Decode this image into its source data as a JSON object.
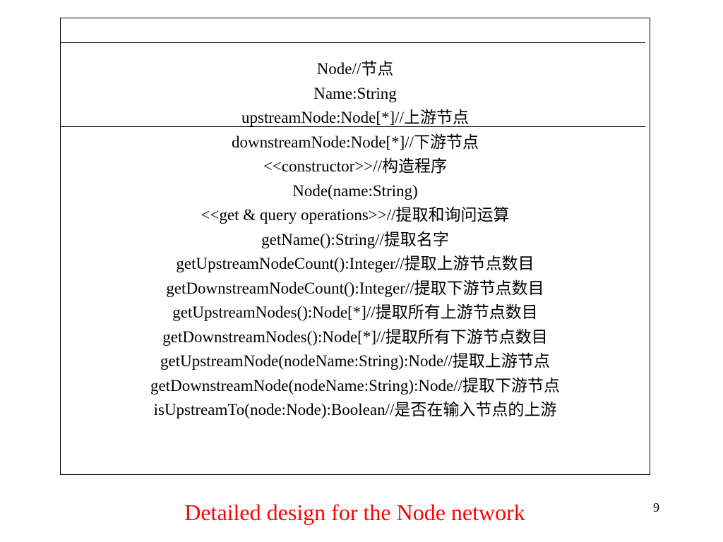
{
  "diagram": {
    "lines": [
      "Node//节点",
      "Name:String",
      "upstreamNode:Node[*]//上游节点",
      "downstreamNode:Node[*]//下游节点",
      "<<constructor>>//构造程序",
      "Node(name:String)",
      "<<get & query operations>>//提取和询问运算",
      "getName():String//提取名字",
      "getUpstreamNodeCount():Integer//提取上游节点数目",
      "getDownstreamNodeCount():Integer//提取下游节点数目",
      "getUpstreamNodes():Node[*]//提取所有上游节点数目",
      "getDownstreamNodes():Node[*]//提取所有下游节点数目",
      "getUpstreamNode(nodeName:String):Node//提取上游节点",
      "getDownstreamNode(nodeName:String):Node//提取下游节点",
      "isUpstreamTo(node:Node):Boolean//是否在输入节点的上游"
    ]
  },
  "caption": "Detailed design for the Node network",
  "page_number": "9",
  "colors": {
    "caption": "#ff0000",
    "text": "#000000",
    "border": "#000000",
    "background": "#ffffff"
  }
}
